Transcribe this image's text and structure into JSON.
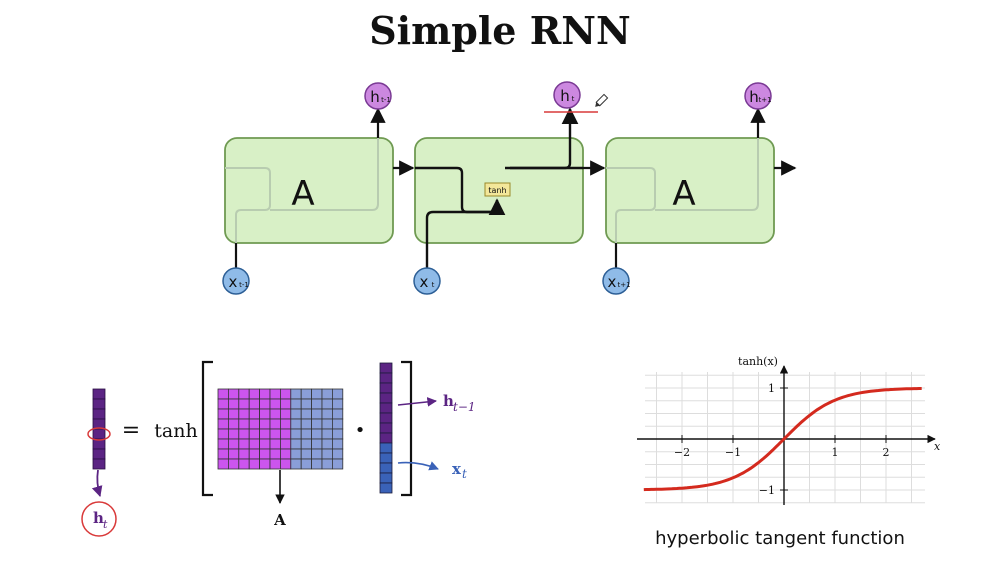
{
  "title": "Simple RNN",
  "rnn": {
    "cell_label": "A",
    "activation": "tanh",
    "inputs": [
      "x",
      "x",
      "x"
    ],
    "input_subscripts": [
      "t-1",
      "t",
      "t+1"
    ],
    "outputs": [
      "h",
      "h",
      "h"
    ],
    "output_subscripts": [
      "t-1",
      "t",
      "t+1"
    ]
  },
  "equation": {
    "equals": "=",
    "func": "tanh",
    "dot": "•",
    "output_label": "h",
    "output_sub": "t",
    "matrix_label": "A",
    "prev_hidden_label": "h",
    "prev_hidden_sub": "t−1",
    "input_label": "x",
    "input_sub": "t",
    "colors": {
      "purple": "#5b2483",
      "magenta": "#cc55ee",
      "blue_grid": "#8a9ed8",
      "blue_vec": "#3a62b8",
      "annot_red": "#d93a3a"
    }
  },
  "plot": {
    "ylabel": "tanh(x)",
    "xlabel": "x",
    "x_ticks": [
      "−2",
      "−1",
      "1",
      "2"
    ],
    "y_ticks": [
      "1",
      "−1"
    ],
    "curve_color": "#d42a1e",
    "caption": "hyperbolic tangent function"
  }
}
